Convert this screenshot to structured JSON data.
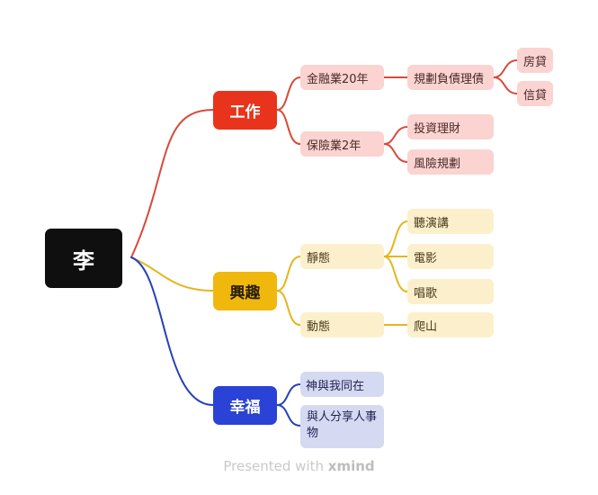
{
  "colors": {
    "work": "#d8493a",
    "interest": "#e5b61c",
    "happiness": "#2741b7"
  },
  "root": {
    "label": "李"
  },
  "branches": {
    "work": {
      "label": "工作",
      "finance": {
        "label": "金融業20年",
        "debt": "規劃負債理債",
        "house": "房貸",
        "credit": "信貸"
      },
      "insurance": {
        "label": "保險業2年",
        "invest": "投資理財",
        "risk": "風險規劃"
      }
    },
    "interest": {
      "label": "興趣",
      "static": {
        "label": "靜態",
        "speech": "聽演講",
        "movie": "電影",
        "sing": "唱歌"
      },
      "dynamic": {
        "label": "動態",
        "climb": "爬山"
      }
    },
    "happiness": {
      "label": "幸福",
      "god": "神與我同在",
      "share": "與人分享人事物"
    }
  },
  "footer": {
    "prefix": "Presented with",
    "brand": "xmind"
  }
}
